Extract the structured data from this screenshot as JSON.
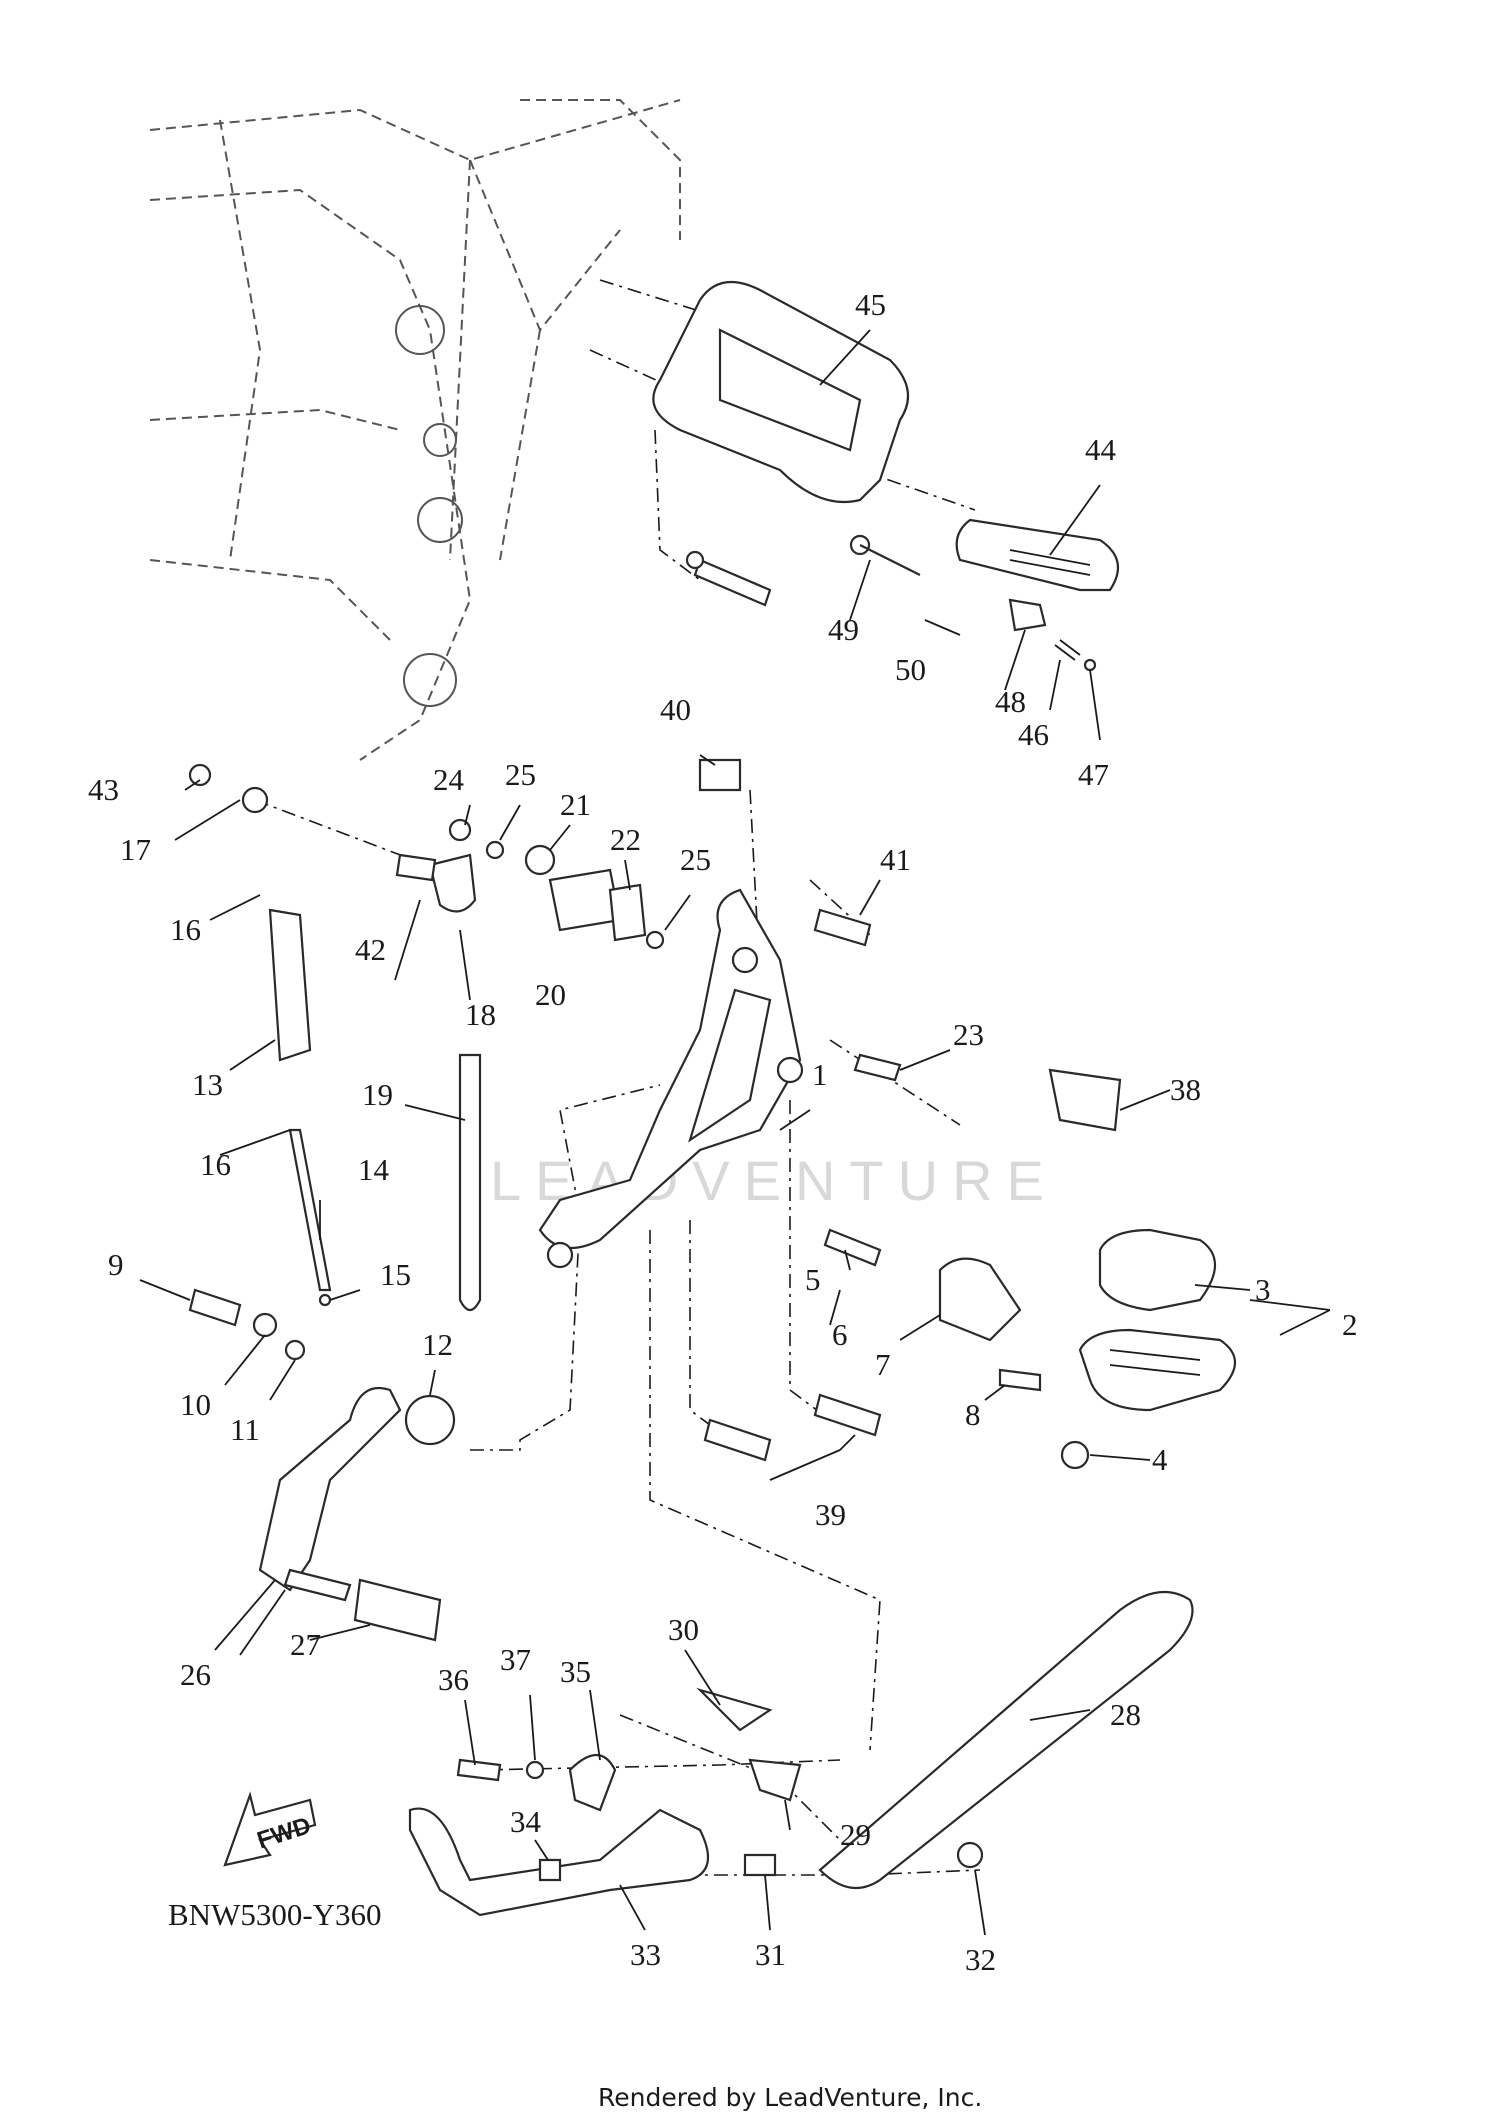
{
  "diagram": {
    "code": "BNW5300-Y360",
    "watermark": "LEADVENTURE",
    "footer": "Rendered by LeadVenture, Inc.",
    "fwd_label": "FWD",
    "callouts": [
      "1",
      "2",
      "3",
      "4",
      "5",
      "6",
      "7",
      "8",
      "9",
      "10",
      "11",
      "12",
      "13",
      "14",
      "15",
      "16",
      "16",
      "17",
      "18",
      "19",
      "20",
      "21",
      "22",
      "23",
      "24",
      "25",
      "25",
      "26",
      "27",
      "28",
      "29",
      "30",
      "31",
      "32",
      "33",
      "34",
      "35",
      "36",
      "37",
      "38",
      "39",
      "40",
      "41",
      "42",
      "43",
      "44",
      "45",
      "46",
      "47",
      "48",
      "49",
      "50"
    ]
  }
}
